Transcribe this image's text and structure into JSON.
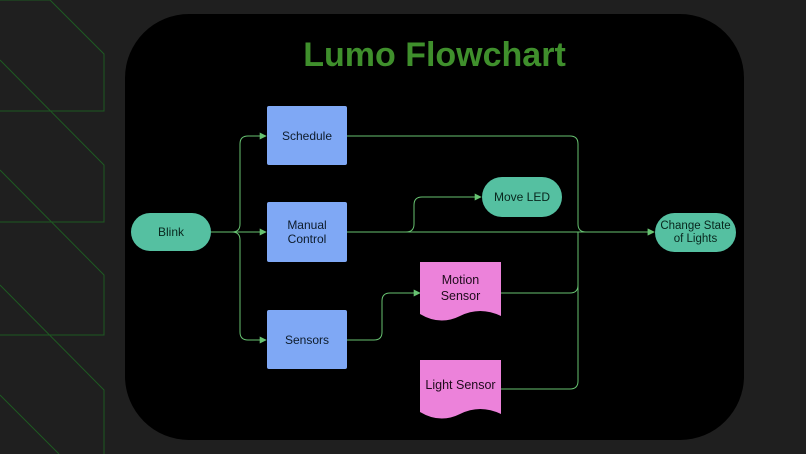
{
  "title": "Lumo Flowchart",
  "colors": {
    "background": "#1f1f1f",
    "panel": "#000000",
    "title": "#3f8f2c",
    "edge": "#67c271",
    "process": "#7fa8f5",
    "terminal": "#55c0a1",
    "sensor": "#ec82da"
  },
  "nodes": {
    "blink": "Blink",
    "schedule": "Schedule",
    "manual_control": "Manual Control",
    "sensors": "Sensors",
    "move_led": "Move LED",
    "motion_sensor": "Motion Sensor",
    "light_sensor": "Light Sensor",
    "change_state": "Change State of Lights"
  },
  "edges": [
    {
      "from": "Blink",
      "to": "Schedule"
    },
    {
      "from": "Blink",
      "to": "Manual Control"
    },
    {
      "from": "Blink",
      "to": "Sensors"
    },
    {
      "from": "Manual Control",
      "to": "Move LED"
    },
    {
      "from": "Sensors",
      "to": "Motion Sensor"
    },
    {
      "from": "Schedule",
      "to": "Change State of Lights"
    },
    {
      "from": "Manual Control",
      "to": "Change State of Lights"
    },
    {
      "from": "Motion Sensor",
      "to": "Change State of Lights"
    },
    {
      "from": "Light Sensor",
      "to": "Change State of Lights"
    }
  ]
}
